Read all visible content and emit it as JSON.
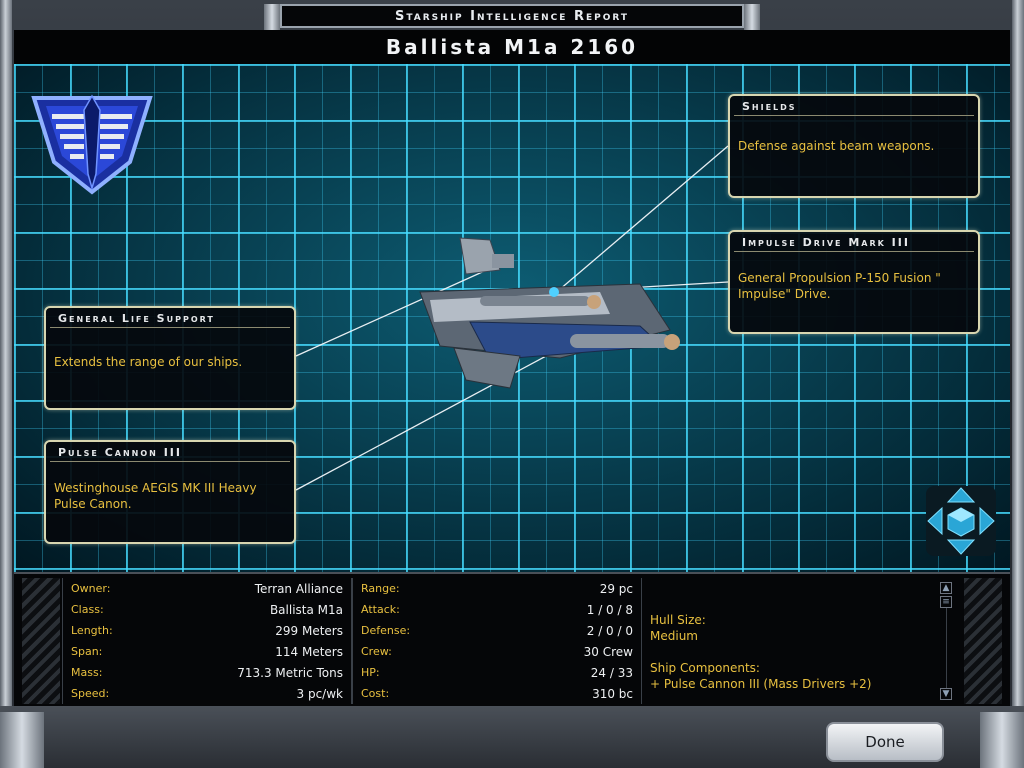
{
  "window": {
    "title": "Starship Intelligence Report",
    "ship_name": "Ballista M1a 2160"
  },
  "callouts": [
    {
      "id": "shields",
      "title": "Shields",
      "text": "Defense against beam weapons."
    },
    {
      "id": "impulse-drive",
      "title": "Impulse Drive Mark III",
      "text": "General Propulsion P-150 Fusion \" Impulse\" Drive."
    },
    {
      "id": "life-support",
      "title": "General Life Support",
      "text": "Extends the range of our ships."
    },
    {
      "id": "pulse-cannon",
      "title": "Pulse Cannon III",
      "text": "Westinghouse AEGIS MK III Heavy Pulse Canon."
    }
  ],
  "stats_left": [
    {
      "label": "Owner:",
      "value": "Terran Alliance"
    },
    {
      "label": "Class:",
      "value": "Ballista M1a"
    },
    {
      "label": "Length:",
      "value": "299 Meters"
    },
    {
      "label": "Span:",
      "value": "114 Meters"
    },
    {
      "label": "Mass:",
      "value": "713.3 Metric Tons"
    },
    {
      "label": "Speed:",
      "value": "3 pc/wk"
    }
  ],
  "stats_mid": [
    {
      "label": "Range:",
      "value": "29 pc"
    },
    {
      "label": "Attack:",
      "value": "1 / 0 / 8"
    },
    {
      "label": "Defense:",
      "value": "2 / 0 / 0"
    },
    {
      "label": "Crew:",
      "value": "30 Crew"
    },
    {
      "label": "HP:",
      "value": "24 / 33"
    },
    {
      "label": "Cost:",
      "value": "310 bc"
    }
  ],
  "info": {
    "hull_label": "Hull Size:",
    "hull_value": "Medium",
    "components_label": "Ship Components:",
    "components_item": "+ Pulse Cannon III (Mass Drivers +2)"
  },
  "icons": {
    "emblem": "terran-alliance-emblem-icon",
    "ship": "starship-model",
    "nav": "rotate-view-icon",
    "scroll_up": "scroll-up-icon",
    "scroll_down": "scroll-down-icon"
  },
  "buttons": {
    "done": "Done"
  },
  "colors": {
    "accent_text": "#e8c040",
    "grid": "#46dcff",
    "callout_border": "#d8d6b0"
  }
}
